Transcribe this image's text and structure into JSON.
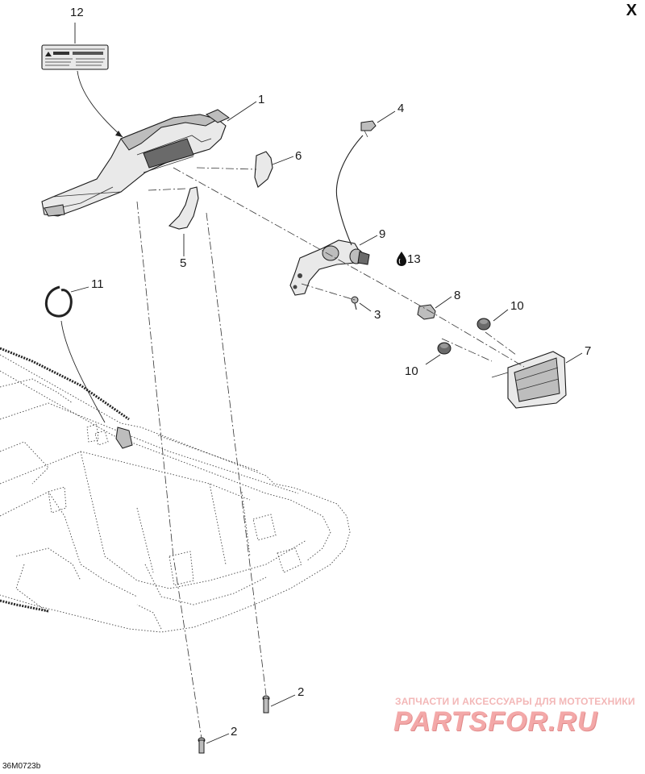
{
  "corner_label": "X",
  "diagram_code": "36M0723b",
  "watermark": {
    "line1": "ЗАПЧАСТИ И АКСЕССУАРЫ ДЛЯ МОТОТЕХНИКИ",
    "line2": "PARTSFOR.RU"
  },
  "callouts": {
    "c1": "1",
    "c2a": "2",
    "c2b": "2",
    "c3": "3",
    "c4": "4",
    "c5": "5",
    "c6": "6",
    "c7": "7",
    "c8": "8",
    "c9": "9",
    "c10a": "10",
    "c10b": "10",
    "c11": "11",
    "c12": "12",
    "c13": "13"
  },
  "icons": {
    "adhesive": "drop-icon",
    "label_part": "warning-label-icon"
  },
  "colors": {
    "line": "#222222",
    "watermark": "#f3a8a8"
  }
}
